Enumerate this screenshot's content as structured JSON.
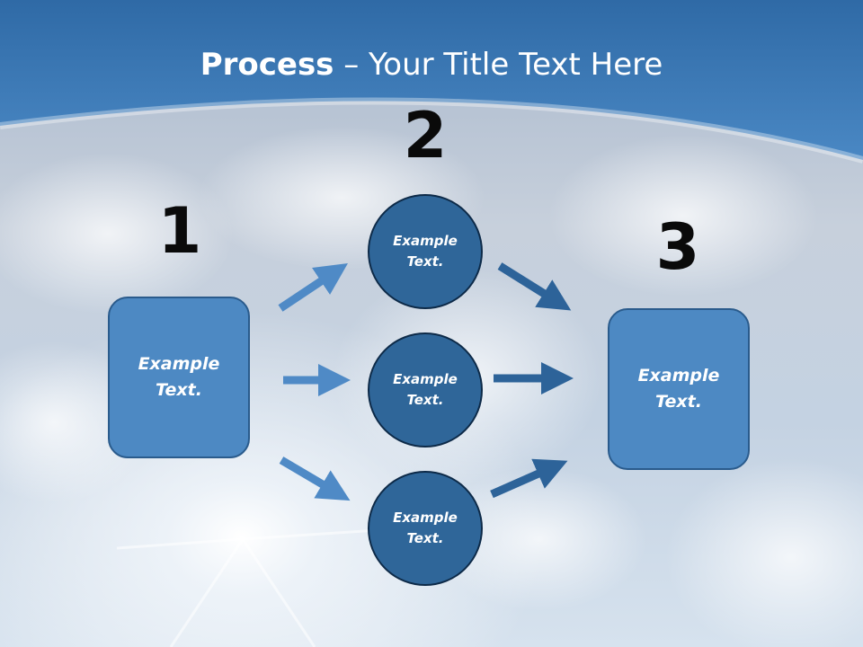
{
  "title": {
    "bold": "Process",
    "rest": " – Your Title Text Here"
  },
  "steps": [
    {
      "number": "1",
      "box": "Example\nText."
    },
    {
      "number": "2",
      "circles": [
        "Example\nText.",
        "Example\nText.",
        "Example\nText."
      ]
    },
    {
      "number": "3",
      "box": "Example\nText."
    }
  ],
  "colors": {
    "header": "#3a76b3",
    "box_fill": "#4d89c3",
    "circle_fill": "#2f6699",
    "arrow_light": "#4f8ac6",
    "arrow_dark": "#2d6399"
  }
}
